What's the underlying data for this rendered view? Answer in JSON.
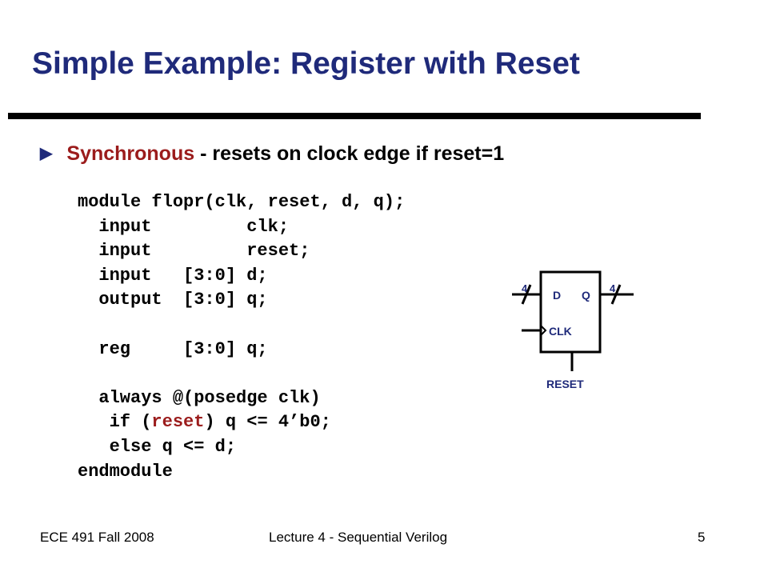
{
  "slide": {
    "title": "Simple Example: Register with Reset",
    "bullet": {
      "emphasis": "Synchronous",
      "text": " - resets on clock edge if reset=1"
    },
    "code": {
      "lines": [
        "module flopr(clk, reset, d, q);",
        "  input         clk;",
        "  input         reset;",
        "  input   [3:0] d;",
        "  output  [3:0] q;",
        "",
        "  reg     [3:0] q;",
        "",
        "  always @(posedge clk)",
        "   if (",
        "reset",
        ") q <= 4’b0;",
        "   else q <= d;",
        "endmodule"
      ]
    },
    "diagram": {
      "input_label": "D",
      "output_label": "Q",
      "clock_label": "CLK",
      "reset_label": "RESET",
      "input_width": "4",
      "output_width": "4"
    }
  },
  "footer": {
    "left": "ECE 491 Fall 2008",
    "center": "Lecture 4 - Sequential Verilog",
    "page_number": "5"
  },
  "colors": {
    "title": "#1f2a7a",
    "accent_red": "#9b1c1c",
    "text": "#000000"
  }
}
